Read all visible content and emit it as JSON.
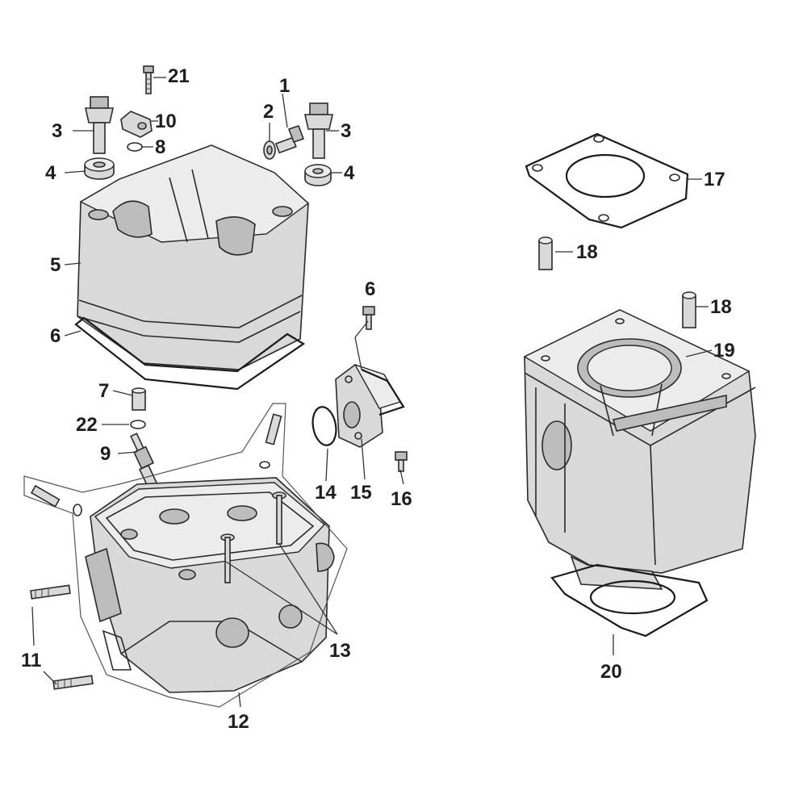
{
  "callouts": [
    {
      "id": "c1",
      "text": "1"
    },
    {
      "id": "c2",
      "text": "2"
    },
    {
      "id": "c3a",
      "text": "3"
    },
    {
      "id": "c3b",
      "text": "3"
    },
    {
      "id": "c4a",
      "text": "4"
    },
    {
      "id": "c4b",
      "text": "4"
    },
    {
      "id": "c5",
      "text": "5"
    },
    {
      "id": "c6a",
      "text": "6"
    },
    {
      "id": "c6b",
      "text": "6"
    },
    {
      "id": "c7",
      "text": "7"
    },
    {
      "id": "c8",
      "text": "8"
    },
    {
      "id": "c9",
      "text": "9"
    },
    {
      "id": "c10",
      "text": "10"
    },
    {
      "id": "c11",
      "text": "11"
    },
    {
      "id": "c12",
      "text": "12"
    },
    {
      "id": "c13",
      "text": "13"
    },
    {
      "id": "c14",
      "text": "14"
    },
    {
      "id": "c15",
      "text": "15"
    },
    {
      "id": "c16",
      "text": "16"
    },
    {
      "id": "c17",
      "text": "17"
    },
    {
      "id": "c18a",
      "text": "18"
    },
    {
      "id": "c18b",
      "text": "18"
    },
    {
      "id": "c19",
      "text": "19"
    },
    {
      "id": "c20",
      "text": "20"
    },
    {
      "id": "c21",
      "text": "21"
    },
    {
      "id": "c22",
      "text": "22"
    }
  ]
}
